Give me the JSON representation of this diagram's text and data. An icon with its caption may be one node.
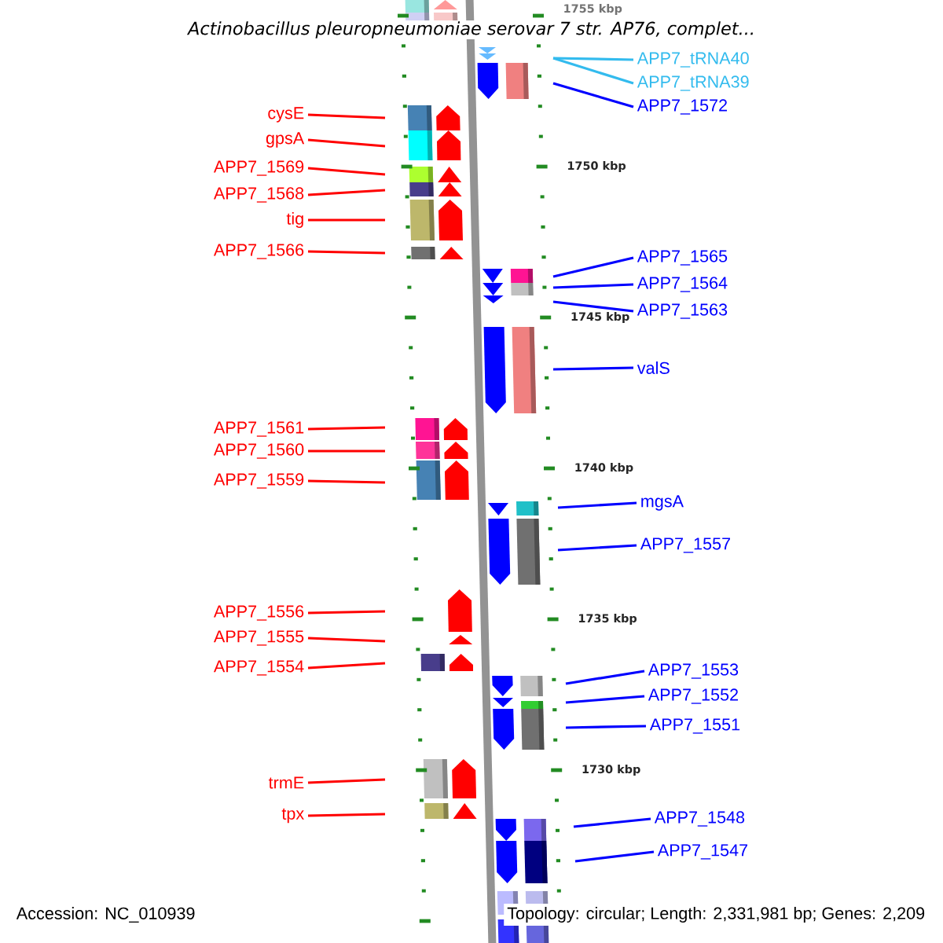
{
  "diagram": {
    "title": "Actinobacillus pleuropneumoniae serovar 7 str. AP76, complet...",
    "nodes": [
      {
        "text": [
          "cysE"
        ]
      },
      {
        "text": [
          "gpsA"
        ]
      },
      {
        "text": [
          "APP7_1569"
        ]
      },
      {
        "text": [
          "APP7_1568"
        ]
      },
      {
        "text": [
          "tig"
        ]
      },
      {
        "text": [
          "APP7_1566"
        ]
      },
      {
        "text": [
          "APP7_1561"
        ]
      },
      {
        "text": [
          "APP7_1560"
        ]
      },
      {
        "text": [
          "APP7_1559"
        ]
      },
      {
        "text": [
          "APP7_1556"
        ]
      },
      {
        "text": [
          "APP7_1555"
        ]
      },
      {
        "text": [
          "APP7_1554"
        ]
      },
      {
        "text": [
          "trmE"
        ]
      },
      {
        "text": [
          "tpx"
        ]
      },
      {
        "text": [
          "APP7_tRNA40"
        ]
      },
      {
        "text": [
          "APP7_tRNA39"
        ]
      },
      {
        "text": [
          "APP7_1572"
        ]
      },
      {
        "text": [
          "APP7_1565"
        ]
      },
      {
        "text": [
          "APP7_1564"
        ]
      },
      {
        "text": [
          "APP7_1563"
        ]
      },
      {
        "text": [
          "valS"
        ]
      },
      {
        "text": [
          "mgsA"
        ]
      },
      {
        "text": [
          "APP7_1557"
        ]
      },
      {
        "text": [
          "APP7_1553"
        ]
      },
      {
        "text": [
          "APP7_1552"
        ]
      },
      {
        "text": [
          "APP7_1551"
        ]
      },
      {
        "text": [
          "APP7_1548"
        ]
      },
      {
        "text": [
          "APP7_1547"
        ]
      }
    ],
    "edges": [
      {
        "from": 0,
        "to": null,
        "arrow": "none"
      },
      {
        "from": 1,
        "to": null,
        "arrow": "none"
      },
      {
        "from": 2,
        "to": null,
        "arrow": "none"
      },
      {
        "from": 3,
        "to": null,
        "arrow": "none"
      },
      {
        "from": 4,
        "to": null,
        "arrow": "none"
      },
      {
        "from": 5,
        "to": null,
        "arrow": "none"
      },
      {
        "from": 6,
        "to": null,
        "arrow": "none"
      },
      {
        "from": 7,
        "to": null,
        "arrow": "none"
      },
      {
        "from": 8,
        "to": null,
        "arrow": "none"
      },
      {
        "from": 9,
        "to": null,
        "arrow": "none"
      },
      {
        "from": 10,
        "to": null,
        "arrow": "none"
      },
      {
        "from": 11,
        "to": null,
        "arrow": "none"
      },
      {
        "from": 12,
        "to": null,
        "arrow": "none"
      },
      {
        "from": 13,
        "to": null,
        "arrow": "none"
      },
      {
        "from": 14,
        "to": null,
        "arrow": "none",
        "color": "#33bbee"
      },
      {
        "from": 15,
        "to": null,
        "arrow": "none",
        "color": "#33bbee"
      },
      {
        "from": 16,
        "to": null,
        "arrow": "none",
        "color": "#0000ff"
      },
      {
        "from": 17,
        "to": null,
        "arrow": "none",
        "color": "#0000ff"
      },
      {
        "from": 18,
        "to": null,
        "arrow": "none",
        "color": "#0000ff"
      },
      {
        "from": 19,
        "to": null,
        "arrow": "none",
        "color": "#0000ff"
      },
      {
        "from": 20,
        "to": null,
        "arrow": "none",
        "color": "#0000ff"
      },
      {
        "from": 21,
        "to": null,
        "arrow": "none",
        "color": "#0000ff"
      },
      {
        "from": 22,
        "to": null,
        "arrow": "none",
        "color": "#0000ff"
      },
      {
        "from": 23,
        "to": null,
        "arrow": "none",
        "color": "#0000ff"
      },
      {
        "from": 24,
        "to": null,
        "arrow": "none",
        "color": "#0000ff"
      },
      {
        "from": 25,
        "to": null,
        "arrow": "none",
        "color": "#0000ff"
      },
      {
        "from": 26,
        "to": null,
        "arrow": "none",
        "color": "#0000ff"
      },
      {
        "from": 27,
        "to": null,
        "arrow": "none",
        "color": "#0000ff"
      }
    ],
    "labels": [
      "1755 kbp",
      "1750 kbp",
      "1745 kbp",
      "1740 kbp",
      "1735 kbp",
      "1730 kbp",
      "Accession: NC_010939",
      "Topology: circular; Length: 2,331,981 bp; Genes: 2,209"
    ]
  }
}
